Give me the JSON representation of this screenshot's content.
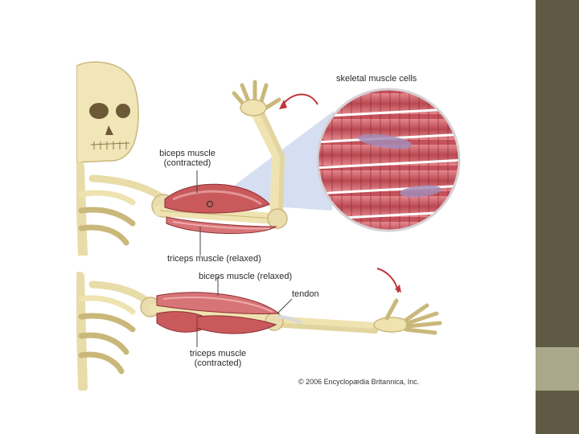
{
  "slide": {
    "background": "#ffffff",
    "sidebar_color": "#605a45",
    "sidebar_accent_color": "#aaa88a"
  },
  "figure": {
    "labels": {
      "cells": "skeletal muscle cells",
      "biceps_contracted_line1": "biceps muscle",
      "biceps_contracted_line2": "(contracted)",
      "triceps_relaxed": "triceps muscle (relaxed)",
      "biceps_relaxed": "biceps muscle (relaxed)",
      "tendon": "tendon",
      "triceps_contracted_line1": "triceps muscle",
      "triceps_contracted_line2": "(contracted)"
    },
    "copyright": "© 2006 Encyclopædia Britannica, Inc.",
    "colors": {
      "bone": "#f0e6b8",
      "bone_outline": "#c9b87a",
      "muscle": "#c9595b",
      "muscle_light": "#e29496",
      "arrow": "#c0353a",
      "zoom_cone": "#b9c8e6"
    }
  }
}
